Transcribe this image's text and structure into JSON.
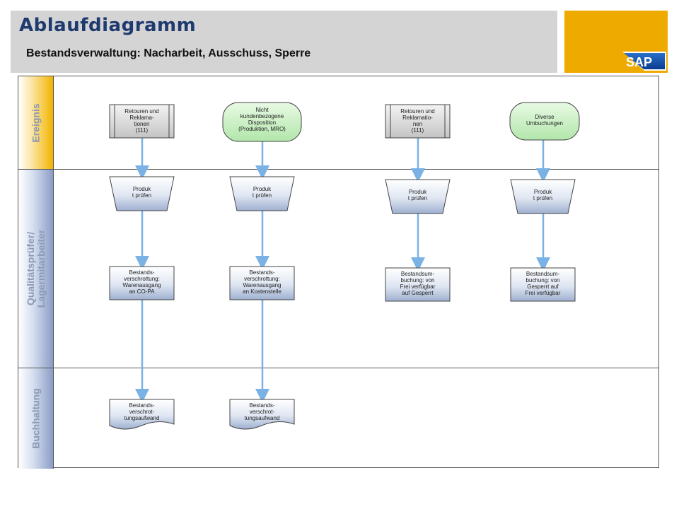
{
  "header": {
    "title": "Ablaufdiagramm",
    "subtitle": "Bestandsverwaltung: Nacharbeit, Ausschuss, Sperre"
  },
  "logo": {
    "text": "SAP"
  },
  "lanes": [
    {
      "label": "Ereignis"
    },
    {
      "label": "Qualitätsprüfer/\nLagermitarbeiter"
    },
    {
      "label": "Buchhaltung"
    }
  ],
  "nodes": {
    "event1": "Retouren und\nReklama-\ntionen\n(111)",
    "event2": "Nicht\nkundenbezogene\nDisposition\n(Produktion, MRO)",
    "event3": "Retouren und\nReklamatio-\nnen\n(111)",
    "event4": "Diverse\nUmbuchungen",
    "check1": "Produk\nt prüfen",
    "check2": "Produk\nt prüfen",
    "check3": "Produk\nt prüfen",
    "check4": "Produk\nt prüfen",
    "proc1": "Bestands-\nverschrottung:\nWarenausgang\nan CO-PA",
    "proc2": "Bestands-\nverschrottung:\nWarenausgang\nan Kostenstelle",
    "proc3": "Bestandsum-\nbuchung: von\nFrei verfügbar\nauf Gesperrt",
    "proc4": "Bestandsum-\nbuchung: von\nGesperrt auf\nFrei verfügbar",
    "doc1": "Bestands-\nverschrot-\ntungsaufwand",
    "doc2": "Bestands-\nverschrot-\ntungsaufwand"
  },
  "colors": {
    "title": "#1f3a6e",
    "header_bg": "#d4d4d4",
    "logo_bg": "#efaa00",
    "lane_event": "#f2b400",
    "lane_role": "#8a9cc4",
    "event_green": "#c6efc1",
    "arrow": "#7ab2e6"
  }
}
